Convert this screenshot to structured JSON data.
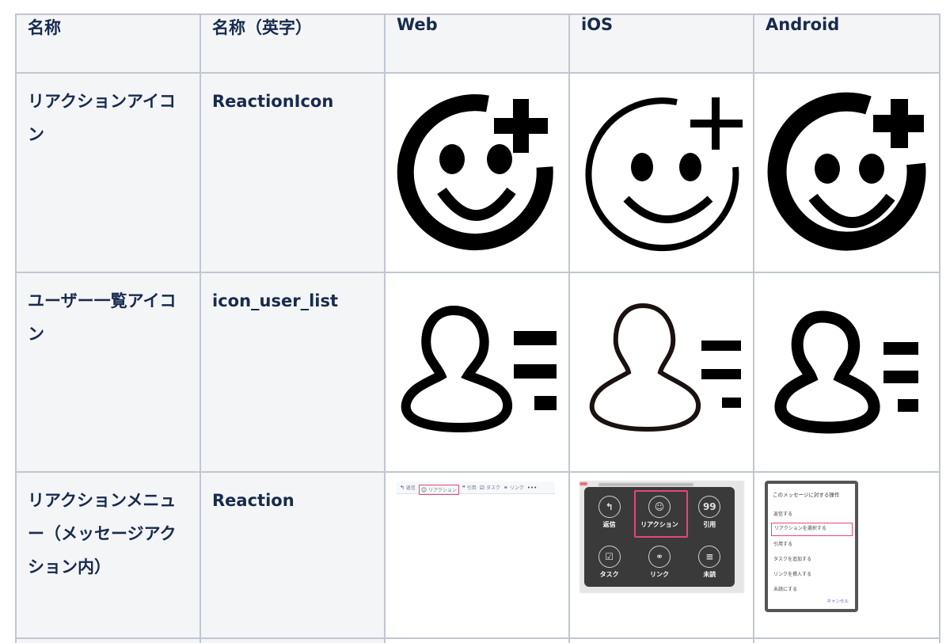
{
  "table": {
    "headers": [
      "名称",
      "名称（英字）",
      "Web",
      "iOS",
      "Android"
    ],
    "rows": [
      {
        "name_ja": "リアクションアイコン",
        "name_en": "ReactionIcon",
        "web": {
          "icon": "smiley-plus-icon",
          "style": "bold"
        },
        "ios": {
          "icon": "smiley-plus-icon",
          "style": "thin"
        },
        "android": {
          "icon": "smiley-plus-icon",
          "style": "heavy"
        }
      },
      {
        "name_ja": "ユーザー一覧アイコン",
        "name_en": "icon_user_list",
        "web": {
          "icon": "user-list-icon",
          "style": "bold"
        },
        "ios": {
          "icon": "user-list-icon",
          "style": "thin"
        },
        "android": {
          "icon": "user-list-icon",
          "style": "heavy"
        }
      },
      {
        "name_ja": "リアクションメニュー（メッセージアクション内）",
        "name_en": "Reaction",
        "web": {
          "toolbar_items": [
            {
              "icon": "reply-icon",
              "label": "返信",
              "selected": false
            },
            {
              "icon": "smiley-icon",
              "label": "リアクション",
              "selected": true
            },
            {
              "icon": "quote-icon",
              "label": "引用",
              "selected": false
            },
            {
              "icon": "task-icon",
              "label": "タスク",
              "selected": false
            },
            {
              "icon": "link-icon",
              "label": "リンク",
              "selected": false
            },
            {
              "icon": "more-icon",
              "label": "•••",
              "selected": false
            }
          ]
        },
        "ios": {
          "buttons": [
            {
              "icon": "reply-icon",
              "glyph": "↰",
              "label": "返信",
              "selected": false
            },
            {
              "icon": "smiley-plus-icon",
              "glyph": "☺",
              "label": "リアクション",
              "selected": true
            },
            {
              "icon": "quote-icon",
              "glyph": "99",
              "label": "引用",
              "selected": false
            },
            {
              "icon": "task-icon",
              "glyph": "☑",
              "label": "タスク",
              "selected": false
            },
            {
              "icon": "link-icon",
              "glyph": "🔗",
              "label": "リンク",
              "selected": false
            },
            {
              "icon": "unread-icon",
              "glyph": "≡",
              "label": "未読",
              "selected": false
            }
          ]
        },
        "android": {
          "title": "このメッセージに対する操作",
          "items": [
            {
              "label": "返信する",
              "selected": false
            },
            {
              "label": "リアクションを選択する",
              "selected": true
            },
            {
              "label": "引用する",
              "selected": false
            },
            {
              "label": "タスクを追加する",
              "selected": false
            },
            {
              "label": "リンクを挿入する",
              "selected": false
            },
            {
              "label": "未読にする",
              "selected": false
            }
          ],
          "cancel": "キャンセル"
        }
      }
    ]
  },
  "colors": {
    "header_bg": "#f4f5f7",
    "border": "#c1c7d0",
    "text": "#172b4d",
    "highlight": "#e8457a"
  }
}
